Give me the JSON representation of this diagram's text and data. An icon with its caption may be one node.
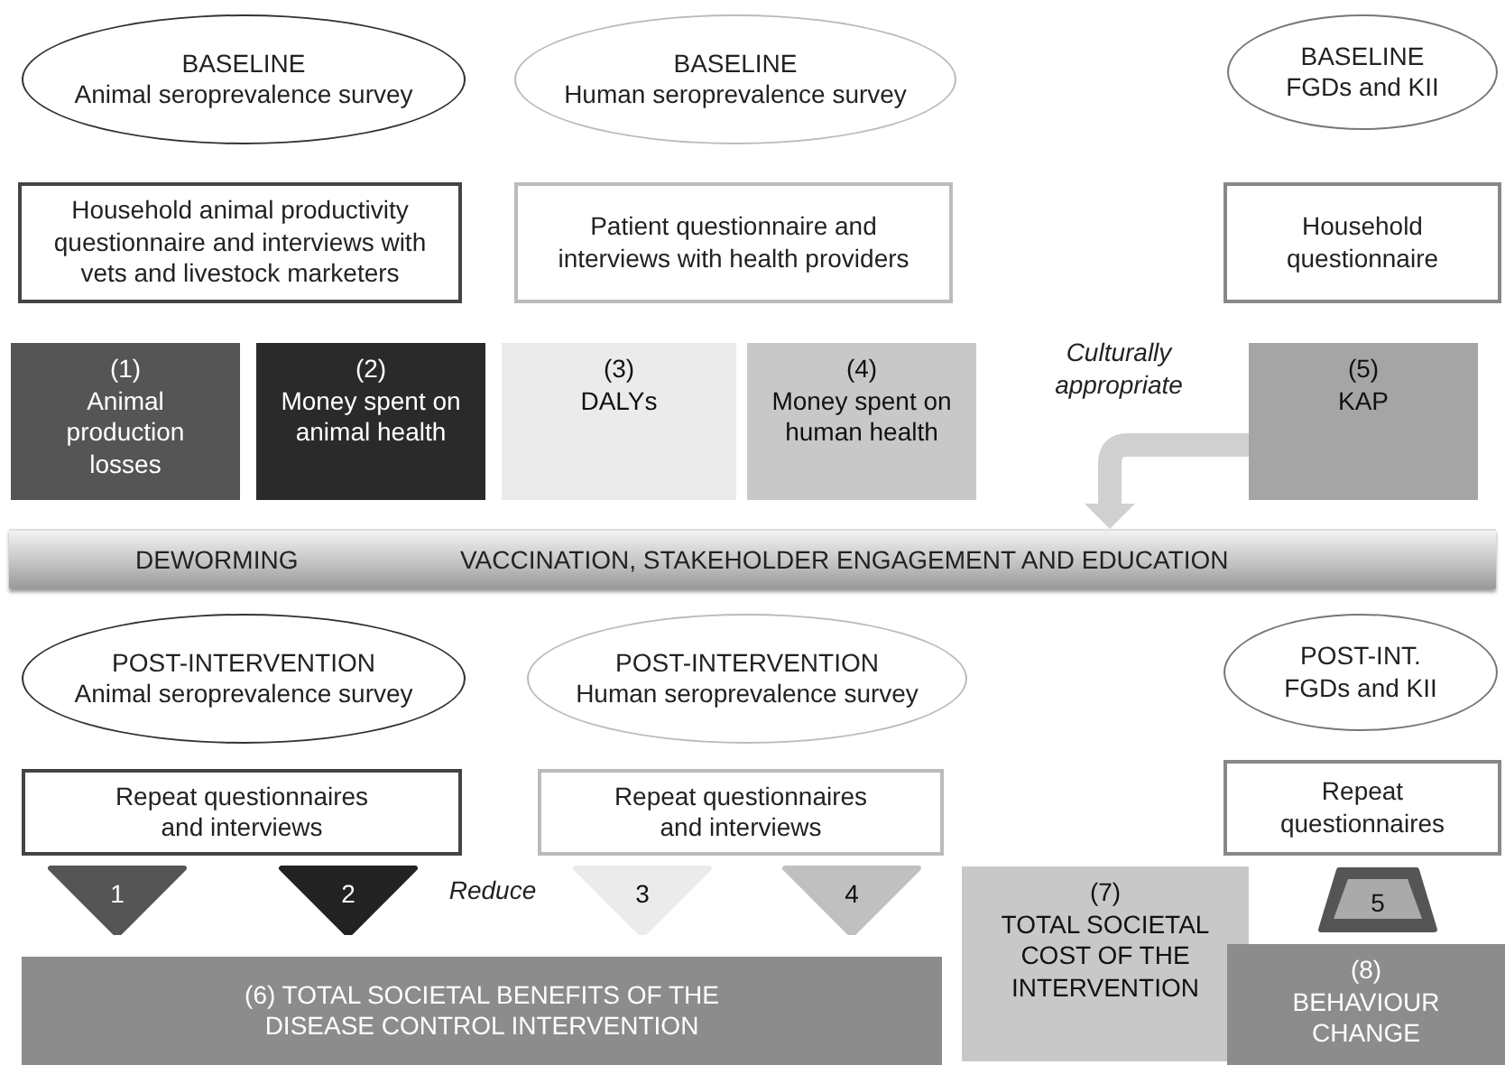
{
  "diagram": {
    "nodes": [
      {
        "text": [
          "BASELINE",
          "Animal seroprevalence survey"
        ]
      },
      {
        "text": [
          "BASELINE",
          "Human seroprevalence survey"
        ]
      },
      {
        "text": [
          "BASELINE",
          "FGDs and KII"
        ]
      },
      {
        "text": [
          "Household animal productivity questionnaire and interviews with vets and livestock marketers"
        ]
      },
      {
        "text": [
          "Patient questionnaire and interviews with health providers"
        ]
      },
      {
        "text": [
          "Household questionnaire"
        ]
      },
      {
        "text": [
          "(1)",
          "Animal production losses"
        ]
      },
      {
        "text": [
          "(2)",
          "Money spent on animal health"
        ]
      },
      {
        "text": [
          "(3)",
          "DALYs"
        ]
      },
      {
        "text": [
          "(4)",
          "Money spent on human health"
        ]
      },
      {
        "text": [
          "(5)",
          "KAP"
        ]
      },
      {
        "text": [
          "DEWORMING",
          "VACCINATION, STAKEHOLDER ENGAGEMENT AND EDUCATION"
        ]
      },
      {
        "text": [
          "POST-INTERVENTION",
          "Animal seroprevalence survey"
        ]
      },
      {
        "text": [
          "POST-INTERVENTION",
          "Human seroprevalence survey"
        ]
      },
      {
        "text": [
          "POST-INT.",
          "FGDs and KII"
        ]
      },
      {
        "text": [
          "Repeat questionnaires and interviews"
        ]
      },
      {
        "text": [
          "Repeat questionnaires and interviews"
        ]
      },
      {
        "text": [
          "Repeat questionnaires"
        ]
      },
      {
        "text": [
          "1"
        ]
      },
      {
        "text": [
          "2"
        ]
      },
      {
        "text": [
          "3"
        ]
      },
      {
        "text": [
          "4"
        ]
      },
      {
        "text": [
          "5"
        ]
      },
      {
        "text": [
          "(6) TOTAL SOCIETAL BENEFITS OF THE DISEASE CONTROL INTERVENTION"
        ]
      },
      {
        "text": [
          "(7)",
          "TOTAL SOCIETAL COST OF THE INTERVENTION"
        ]
      },
      {
        "text": [
          "(8)",
          "BEHAVIOUR CHANGE"
        ]
      }
    ],
    "edges": [
      {
        "from": 10,
        "to": 11,
        "arrow": "to",
        "label": "Culturally appropriate"
      }
    ],
    "labels": [
      "Reduce"
    ]
  }
}
